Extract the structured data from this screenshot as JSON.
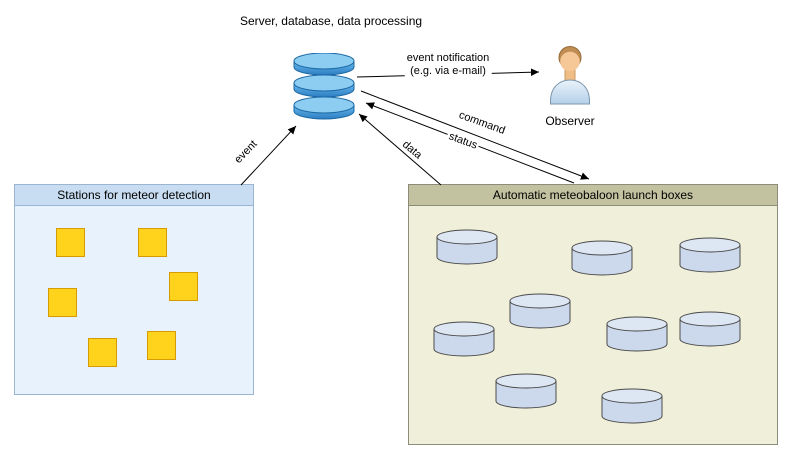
{
  "server": {
    "title": "Server, database, data processing",
    "icon": "database-icon"
  },
  "observer": {
    "label": "Observer",
    "icon": "person-icon"
  },
  "edges": {
    "event": {
      "label": "event"
    },
    "notification": {
      "label_line1": "event notification",
      "label_line2": "(e.g. via e-mail)"
    },
    "command": {
      "label": "command"
    },
    "status": {
      "label": "status"
    },
    "data": {
      "label": "data"
    }
  },
  "stations_box": {
    "title": "Stations for meteor detection",
    "station_count": 6,
    "station_icon": "yellow-square-icon"
  },
  "launch_box": {
    "title": "Automatic meteobaloon launch boxes",
    "launcher_count": 9,
    "launcher_icon": "cylinder-icon"
  },
  "colors": {
    "stations_header": "#c9ddf2",
    "stations_body": "#e7f2fc",
    "station_square_fill": "#ffd21c",
    "station_square_border": "#d79b00",
    "launch_header": "#c2c2a1",
    "launch_body": "#f0f0da",
    "cylinder_fill": "#ccd9ec",
    "server_blue": "#3f9bd8",
    "arrow_color": "#000000"
  }
}
